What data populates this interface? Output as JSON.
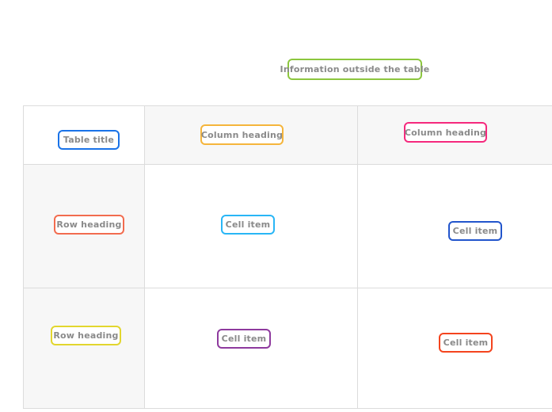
{
  "page": {
    "background_color": "#ffffff",
    "text_color": "#8a8a8a"
  },
  "outside_note": {
    "label": "Information outside the table",
    "border_color": "#8cc63e"
  },
  "table": {
    "corner": {
      "label": "Table title",
      "border_color": "#1a73e8"
    },
    "header_background": "#f7f7f7",
    "row_header_background": "#f7f7f7",
    "grid_line_color": "#dcdcdc",
    "column_headings": [
      {
        "label": "Column heading",
        "border_color": "#f5b53c"
      },
      {
        "label": "Column heading",
        "border_color": "#f5297d"
      }
    ],
    "rows": [
      {
        "heading": {
          "label": "Row heading",
          "border_color": "#f26c4f"
        },
        "cells": [
          {
            "label": "Cell item",
            "border_color": "#29b6f6"
          },
          {
            "label": "Cell item",
            "border_color": "#2255cc"
          }
        ]
      },
      {
        "heading": {
          "label": "Row heading",
          "border_color": "#e2d62e"
        },
        "cells": [
          {
            "label": "Cell item",
            "border_color": "#8e3a9e"
          },
          {
            "label": "Cell item",
            "border_color": "#f4441e"
          }
        ]
      }
    ]
  }
}
